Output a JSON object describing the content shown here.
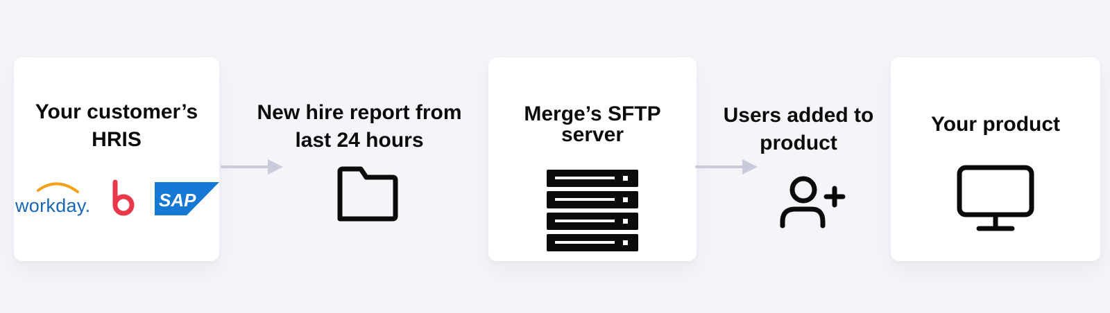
{
  "steps": {
    "hris": {
      "title_line1": "Your customer’s",
      "title_line2": "HRIS",
      "logos": {
        "workday": "workday.",
        "bamboohr": "b",
        "sap": "SAP"
      }
    },
    "report": {
      "line1": "New hire report from",
      "line2": "last 24 hours",
      "icon": "folder-icon"
    },
    "sftp": {
      "title_line1": "Merge’s SFTP",
      "title_line2": "server",
      "icon": "server-icon"
    },
    "users": {
      "line1": "Users added to",
      "line2": "product",
      "icon": "user-add-icon"
    },
    "product": {
      "title": "Your product",
      "icon": "monitor-icon"
    }
  },
  "colors": {
    "background": "#f5f4f9",
    "card": "#ffffff",
    "arrow": "#c9cbdc",
    "icon": "#0b0b0c",
    "workday_blue": "#1767b3",
    "workday_orange": "#f5a01a",
    "bamboo_red": "#e8394b",
    "sap_blue": "#1478d4"
  }
}
